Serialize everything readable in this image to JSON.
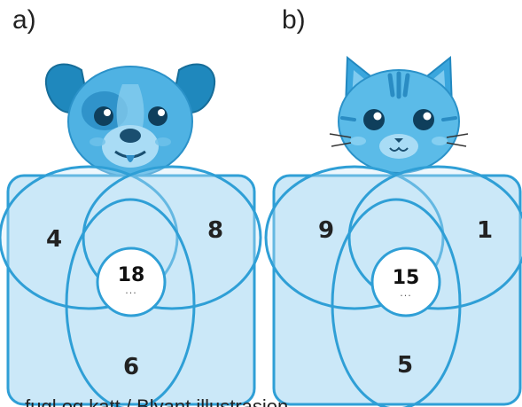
{
  "labels": {
    "a": "a)",
    "b": "b)"
  },
  "panels": {
    "a": {
      "animal": "dog-icon",
      "top_left": "4",
      "top_right": "8",
      "bottom": "6",
      "center": "18",
      "center_dots": "...",
      "colors": {
        "fill": "#cbe8f8",
        "stroke": "#2f9fd6",
        "center_fill": "#ffffff"
      }
    },
    "b": {
      "animal": "cat-icon",
      "top_left": "9",
      "top_right": "1",
      "bottom": "5",
      "center": "15",
      "center_dots": "...",
      "colors": {
        "fill": "#cbe8f8",
        "stroke": "#2f9fd6",
        "center_fill": "#ffffff"
      }
    }
  },
  "footer_text": "— fugl og katt / Blyant illustrasjon"
}
